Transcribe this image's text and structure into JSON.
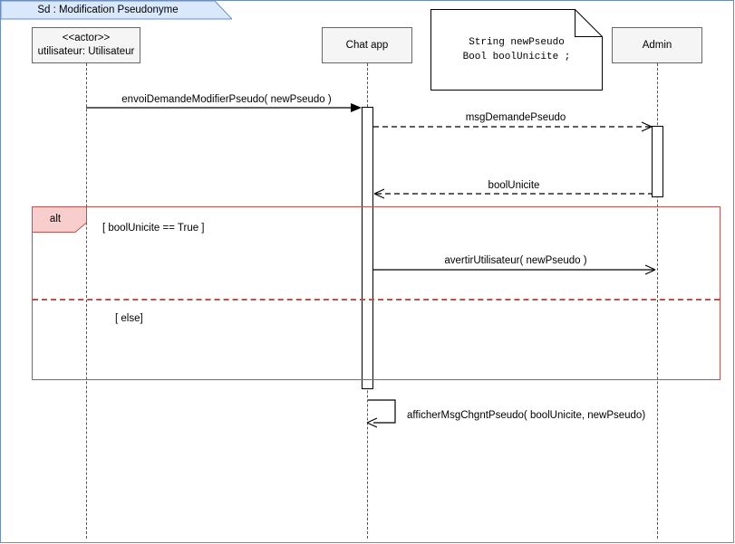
{
  "diagram": {
    "title": "Sd :  Modification Pseudonyme",
    "frame_border_color": "#6c8ebf",
    "title_tab_fill": "#dae8fc",
    "fragment_color": "#b85450"
  },
  "lifelines": [
    {
      "id": "utilisateur",
      "stereotype": "<<actor>>",
      "label": "utilisateur: Utilisateur"
    },
    {
      "id": "chatapp",
      "stereotype": "",
      "label": "Chat app"
    },
    {
      "id": "admin",
      "stereotype": "",
      "label": "Admin"
    }
  ],
  "note": {
    "line1": "String newPseudo",
    "line2": "Bool boolUnicite ;"
  },
  "messages": [
    {
      "id": "m1",
      "label": "envoiDemandeModifierPseudo( newPseudo )",
      "style": "solid",
      "arrowhead": "filled",
      "from": "utilisateur",
      "to": "chatapp"
    },
    {
      "id": "m2",
      "label": "msgDemandePseudo",
      "style": "dashed",
      "arrowhead": "open",
      "from": "chatapp",
      "to": "admin"
    },
    {
      "id": "m3",
      "label": "boolUnicite",
      "style": "dashed",
      "arrowhead": "open",
      "from": "admin",
      "to": "chatapp"
    },
    {
      "id": "m4",
      "label": "avertirUtilisateur( newPseudo )",
      "style": "solid",
      "arrowhead": "open",
      "from": "chatapp",
      "to": "admin"
    },
    {
      "id": "m5",
      "label": "afficherMsgChgntPseudo( boolUnicite, newPseudo)",
      "style": "solid",
      "arrowhead": "open",
      "from": "chatapp",
      "to": "chatapp"
    }
  ],
  "fragment": {
    "operator": "alt",
    "guard_1": "[ boolUnicite == True ]",
    "guard_2": "[ else]"
  }
}
